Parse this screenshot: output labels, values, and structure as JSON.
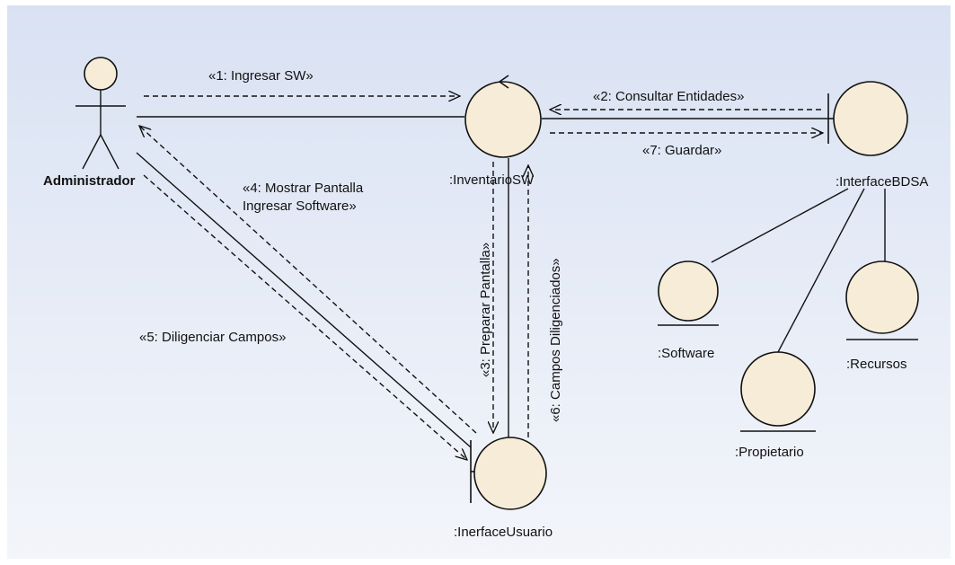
{
  "diagram": {
    "actor": {
      "name": "Administrador"
    },
    "objects": {
      "control": ":InventarioSW",
      "interface_bd": ":InterfaceBDSA",
      "interface_user": ":InerfaceUsuario",
      "software": ":Software",
      "recursos": ":Recursos",
      "propietario": ":Propietario"
    },
    "messages": {
      "m1": "«1: Ingresar SW»",
      "m2": "«2: Consultar Entidades»",
      "m3": "«3: Preparar Pantalla»",
      "m4_line1": "«4: Mostrar Pantalla",
      "m4_line2": "Ingresar Software»",
      "m5": "«5: Diligenciar Campos»",
      "m6": "«6: Campos Diligenciados»",
      "m7": "«7: Guardar»"
    },
    "colors": {
      "background_top": "#dfe7f5",
      "background_bottom": "#f4f6fb",
      "object_fill": "#f6ecd8",
      "line": "#111111"
    }
  }
}
